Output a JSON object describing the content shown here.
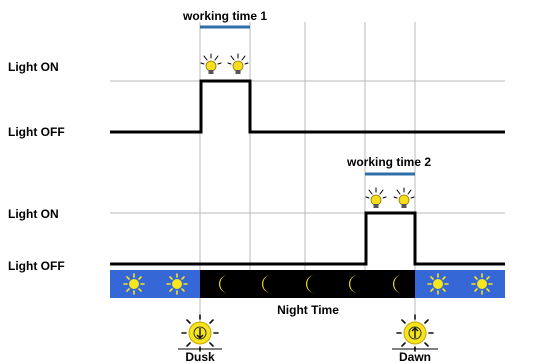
{
  "levels": {
    "on_top": "Light ON",
    "off_top": "Light OFF",
    "on_bottom": "Light ON",
    "off_bottom": "Light OFF"
  },
  "working_time_1": "working time 1",
  "working_time_2": "working time 2",
  "night_label": "Night Time",
  "dusk_label": "Dusk",
  "dawn_label": "Dawn",
  "timeline": [
    "sun",
    "sun",
    "moon",
    "moon",
    "moon",
    "moon",
    "moon",
    "sun",
    "sun"
  ],
  "colors": {
    "day_band": "#3567d6",
    "night_band": "#000000",
    "sun": "#f7e61c",
    "moon": "#f3e12a",
    "working_bar": "#2f6fa8",
    "grid": "#b9b9b9"
  },
  "icons": {
    "sun": "sun-icon",
    "moon": "crescent-moon-icon",
    "bulb": "light-bulb-icon",
    "dusk": "sun-down-arrow-icon",
    "dawn": "sun-up-arrow-icon"
  }
}
